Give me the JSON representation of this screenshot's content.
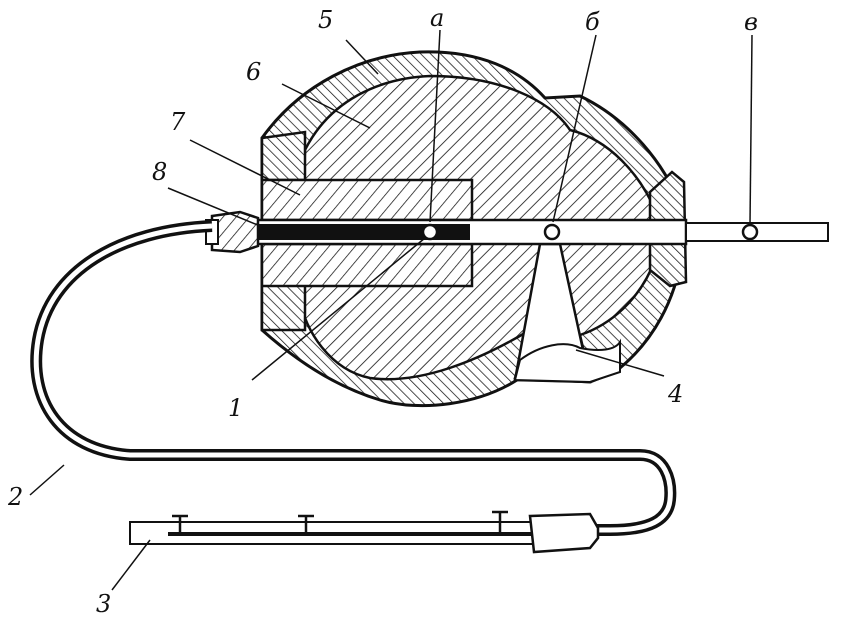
{
  "labels": {
    "n1": "1",
    "n2": "2",
    "n3": "3",
    "n4": "4",
    "n5": "5",
    "n6": "6",
    "n7": "7",
    "n8": "8",
    "pa": "а",
    "pb": "б",
    "pv": "в"
  },
  "colors": {
    "ink": "#111111",
    "paper": "#ffffff"
  }
}
